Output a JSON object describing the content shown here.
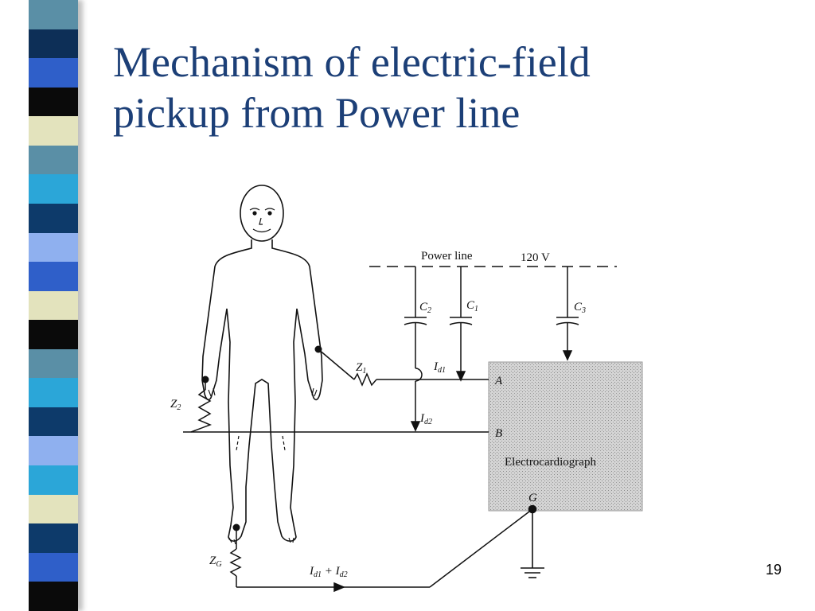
{
  "slide": {
    "title_lines": [
      "Mechanism of electric-field",
      "pickup from Power line"
    ],
    "page_number": "19",
    "stripe_colors": [
      "#5a8fa6",
      "#0d2f57",
      "#2f5fc9",
      "#0a0a0a",
      "#e3e3bd",
      "#5a8fa6",
      "#2ba6d8",
      "#0d3a6a",
      "#8fb0ef",
      "#2f5fc9",
      "#e3e3bd",
      "#0a0a0a",
      "#5a8fa6",
      "#2ba6d8",
      "#0d3a6a",
      "#8fb0ef",
      "#2ba6d8",
      "#e3e3bd",
      "#0d3a6a",
      "#2f5fc9",
      "#0a0a0a"
    ]
  },
  "diagram": {
    "power_line_label": "Power line",
    "voltage_label": "120 V",
    "capacitors": {
      "c2": {
        "main": "C",
        "sub": "2"
      },
      "c1": {
        "main": "C",
        "sub": "1"
      },
      "c3": {
        "main": "C",
        "sub": "3"
      }
    },
    "impedances": {
      "z1": {
        "main": "Z",
        "sub": "1"
      },
      "z2": {
        "main": "Z",
        "sub": "2"
      },
      "zg": {
        "main": "Z",
        "sub": "G"
      }
    },
    "currents": {
      "id1": {
        "main": "I",
        "sub": "d1"
      },
      "id2": {
        "main": "I",
        "sub": "d2"
      },
      "sum": {
        "a": "I",
        "a_sub": "d1",
        "op": " + ",
        "b": "I",
        "b_sub": "d2"
      }
    },
    "terminals": {
      "a": "A",
      "b": "B",
      "g": "G"
    },
    "device_label": "Electrocardiograph"
  }
}
